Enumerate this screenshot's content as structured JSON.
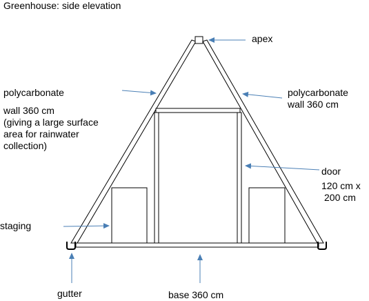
{
  "title": "Greenhouse: side elevation",
  "labels": {
    "apex": "apex",
    "left_wall": [
      "polycarbonate",
      "wall  360 cm",
      "(giving a large surface",
      "area for rainwater",
      "collection)"
    ],
    "right_wall": [
      "polycarbonate",
      "wall  360 cm"
    ],
    "door": [
      "door",
      "120 cm x",
      "200 cm"
    ],
    "staging": "staging",
    "gutter": "gutter",
    "base": "base  360 cm"
  },
  "colors": {
    "stroke": "#000000",
    "arrow": "#4a7fb5",
    "fill": "#ffffff"
  }
}
